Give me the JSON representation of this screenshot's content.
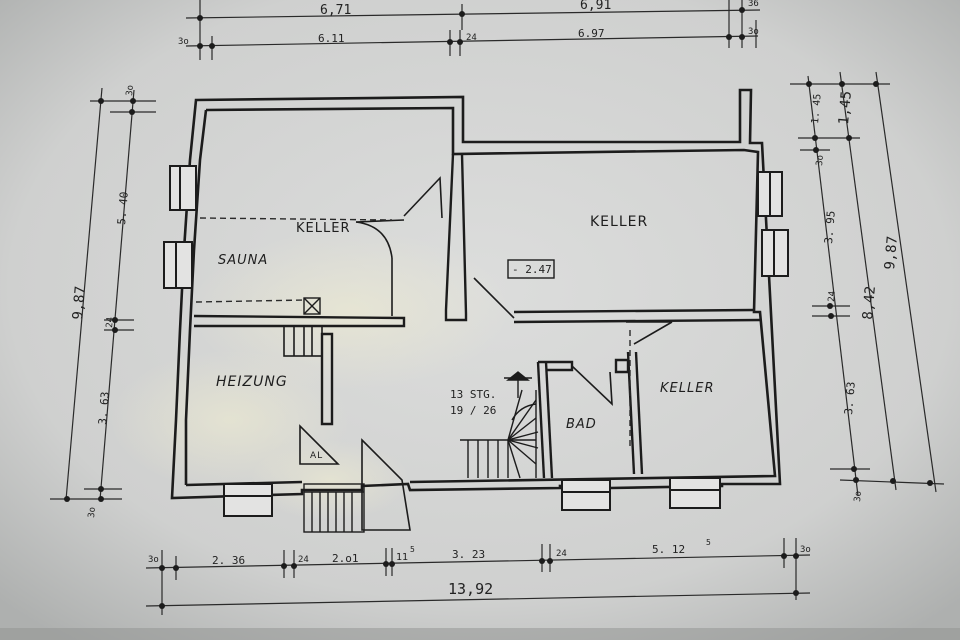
{
  "top_dims": {
    "row1": [
      "6,71",
      "6,91",
      "36"
    ],
    "row2": [
      "3o",
      "6.11",
      "24",
      "6.97",
      "3o"
    ]
  },
  "bottom_dims": {
    "row1": [
      "3o",
      "2. 36",
      "24",
      "2.o1",
      "11",
      "5",
      "3. 23",
      "24",
      "5. 12",
      "5",
      "3o"
    ],
    "total": "13,92"
  },
  "left_dims": {
    "overall": "9,87",
    "segments": [
      "3o",
      "5. 40",
      "24",
      "3. 63",
      "3o"
    ]
  },
  "right_dims": {
    "segments": [
      "1. 45",
      "3o",
      "3. 95",
      "24",
      "3. 63",
      "3o"
    ],
    "mid": [
      "1,45",
      "8,42"
    ],
    "overall": "9,87"
  },
  "rooms": {
    "keller_left": "KELLER",
    "sauna": "SAUNA",
    "keller_right": "KELLER",
    "level": "- 2.47",
    "heizung": "HEIZUNG",
    "stairs_line1": "13 STG.",
    "stairs_line2": "19 / 26",
    "bad": "BAD",
    "keller_bottom": "KELLER",
    "al": "AL"
  },
  "colors": {
    "paper": "#d3d4d3",
    "wall": "#1c1c1c",
    "line": "#2a2a2a"
  }
}
